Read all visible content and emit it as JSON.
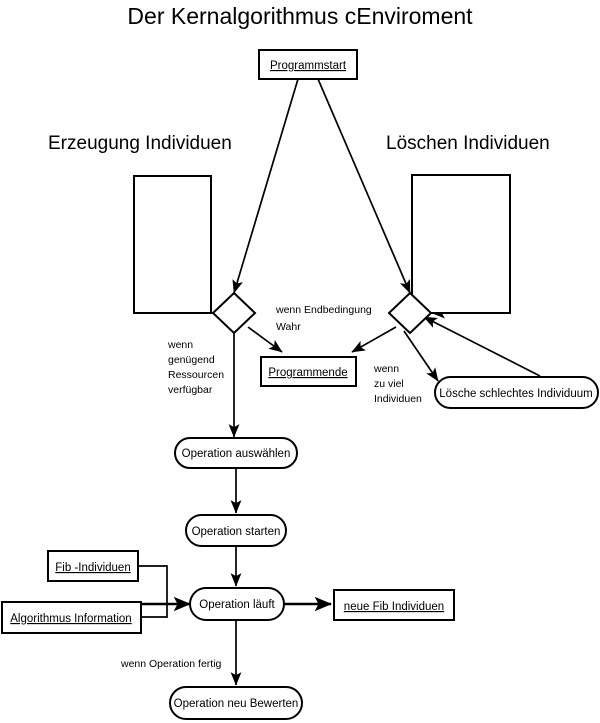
{
  "diagram": {
    "title": "Der Kernalgorithmus cEnviroment",
    "headings": [
      {
        "id": "left",
        "label": "Erzeugung Individuen"
      },
      {
        "id": "right",
        "label": "Löschen Individuen"
      }
    ],
    "nodes": [
      {
        "id": "programmstart",
        "label": "Programmstart",
        "shape": "rect",
        "underline": true
      },
      {
        "id": "erzeugung-box",
        "label": "",
        "shape": "rect",
        "underline": false
      },
      {
        "id": "loeschen-box",
        "label": "",
        "shape": "rect",
        "underline": false
      },
      {
        "id": "decision-left",
        "label": "",
        "shape": "diamond",
        "underline": false
      },
      {
        "id": "decision-right",
        "label": "",
        "shape": "diamond",
        "underline": false
      },
      {
        "id": "programmende",
        "label": "Programmende",
        "shape": "rect",
        "underline": true
      },
      {
        "id": "loesche-schlechtes-individuum",
        "label": "Lösche schlechtes Individuum",
        "shape": "rounded",
        "underline": false
      },
      {
        "id": "operation-auswaehlen",
        "label": "Operation auswählen",
        "shape": "rounded",
        "underline": false
      },
      {
        "id": "operation-starten",
        "label": "Operation starten",
        "shape": "rounded",
        "underline": false
      },
      {
        "id": "fib-individuen",
        "label": "Fib -Individuen",
        "shape": "rect",
        "underline": true
      },
      {
        "id": "algorithmus-information",
        "label": "Algorithmus Information",
        "shape": "rect",
        "underline": true
      },
      {
        "id": "operation-laeuft",
        "label": "Operation läuft",
        "shape": "rounded",
        "underline": false
      },
      {
        "id": "neue-fib-individuen",
        "label": "neue Fib Individuen",
        "shape": "rect",
        "underline": true
      },
      {
        "id": "operation-neu-bewerten",
        "label": "Operation neu Bewerten",
        "shape": "rounded",
        "underline": false
      }
    ],
    "edge_labels": [
      {
        "id": "endbedingung",
        "lines": [
          "wenn Endbedingung",
          "Wahr"
        ]
      },
      {
        "id": "ressourcen",
        "lines": [
          "wenn",
          "genügend",
          "Ressourcen",
          "verfügbar"
        ]
      },
      {
        "id": "zuviel",
        "lines": [
          "wenn",
          "zu viel",
          "Individuen"
        ]
      },
      {
        "id": "operation-fertig",
        "lines": [
          "wenn Operation fertig"
        ]
      }
    ],
    "colors": {
      "background": "#ffffff",
      "stroke": "#000000",
      "text": "#000000"
    }
  }
}
